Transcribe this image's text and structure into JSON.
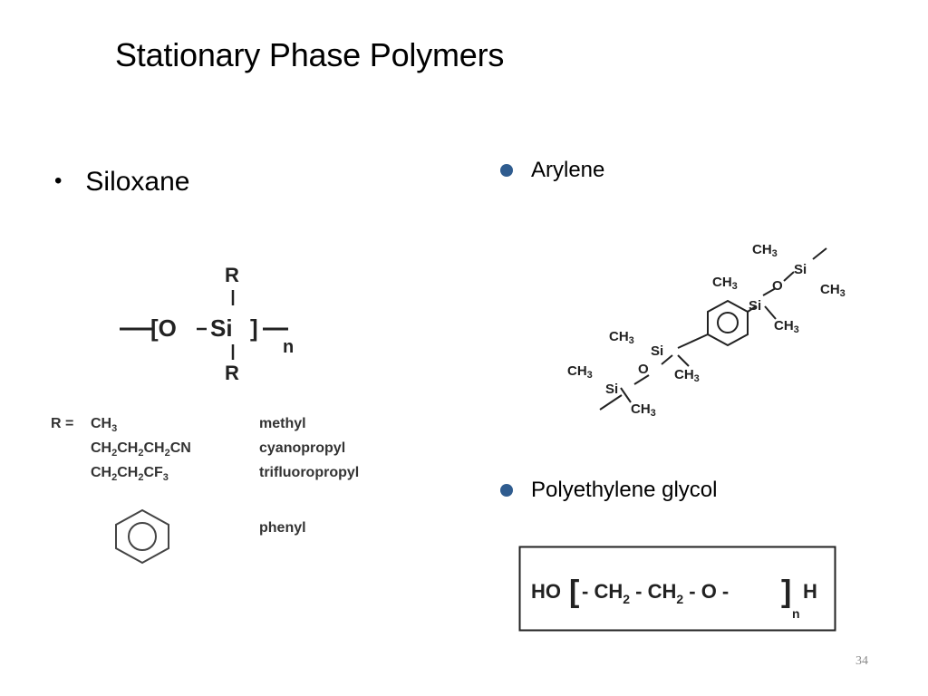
{
  "slide": {
    "title": "Stationary Phase Polymers",
    "number": "34"
  },
  "left": {
    "bullet": "Siloxane",
    "structure": {
      "R_top": "R",
      "R_bottom": "R",
      "backbone_open": "[O",
      "si": "Si",
      "close": "]",
      "subscript": "n"
    },
    "r_prefix": "R =",
    "substituents": [
      {
        "formula": "CH",
        "sub": "3",
        "formula_rest": "",
        "name": "methyl"
      },
      {
        "formula": "CH",
        "sub": "2",
        "formula_rest": "CH₂CH₂CN",
        "name": "cyanopropyl"
      },
      {
        "formula": "CH",
        "sub": "2",
        "formula_rest": "CH₂CF₃",
        "name": "trifluoropropyl"
      },
      {
        "formula": "",
        "sub": "",
        "formula_rest": "",
        "name": "phenyl"
      }
    ]
  },
  "right": {
    "arylene_label": "Arylene",
    "peg_label": "Polyethylene glycol",
    "arylene_structure": {
      "ch3": "CH",
      "three": "3",
      "si": "Si",
      "o": "O"
    },
    "peg_formula": {
      "ho": "HO",
      "ch2": "CH",
      "two": "2",
      "o": "O",
      "h": "H",
      "n": "n",
      "dash": "-"
    }
  },
  "colors": {
    "bullet_blue": "#2f5c8f",
    "slide_number": "#8c8c8c"
  }
}
